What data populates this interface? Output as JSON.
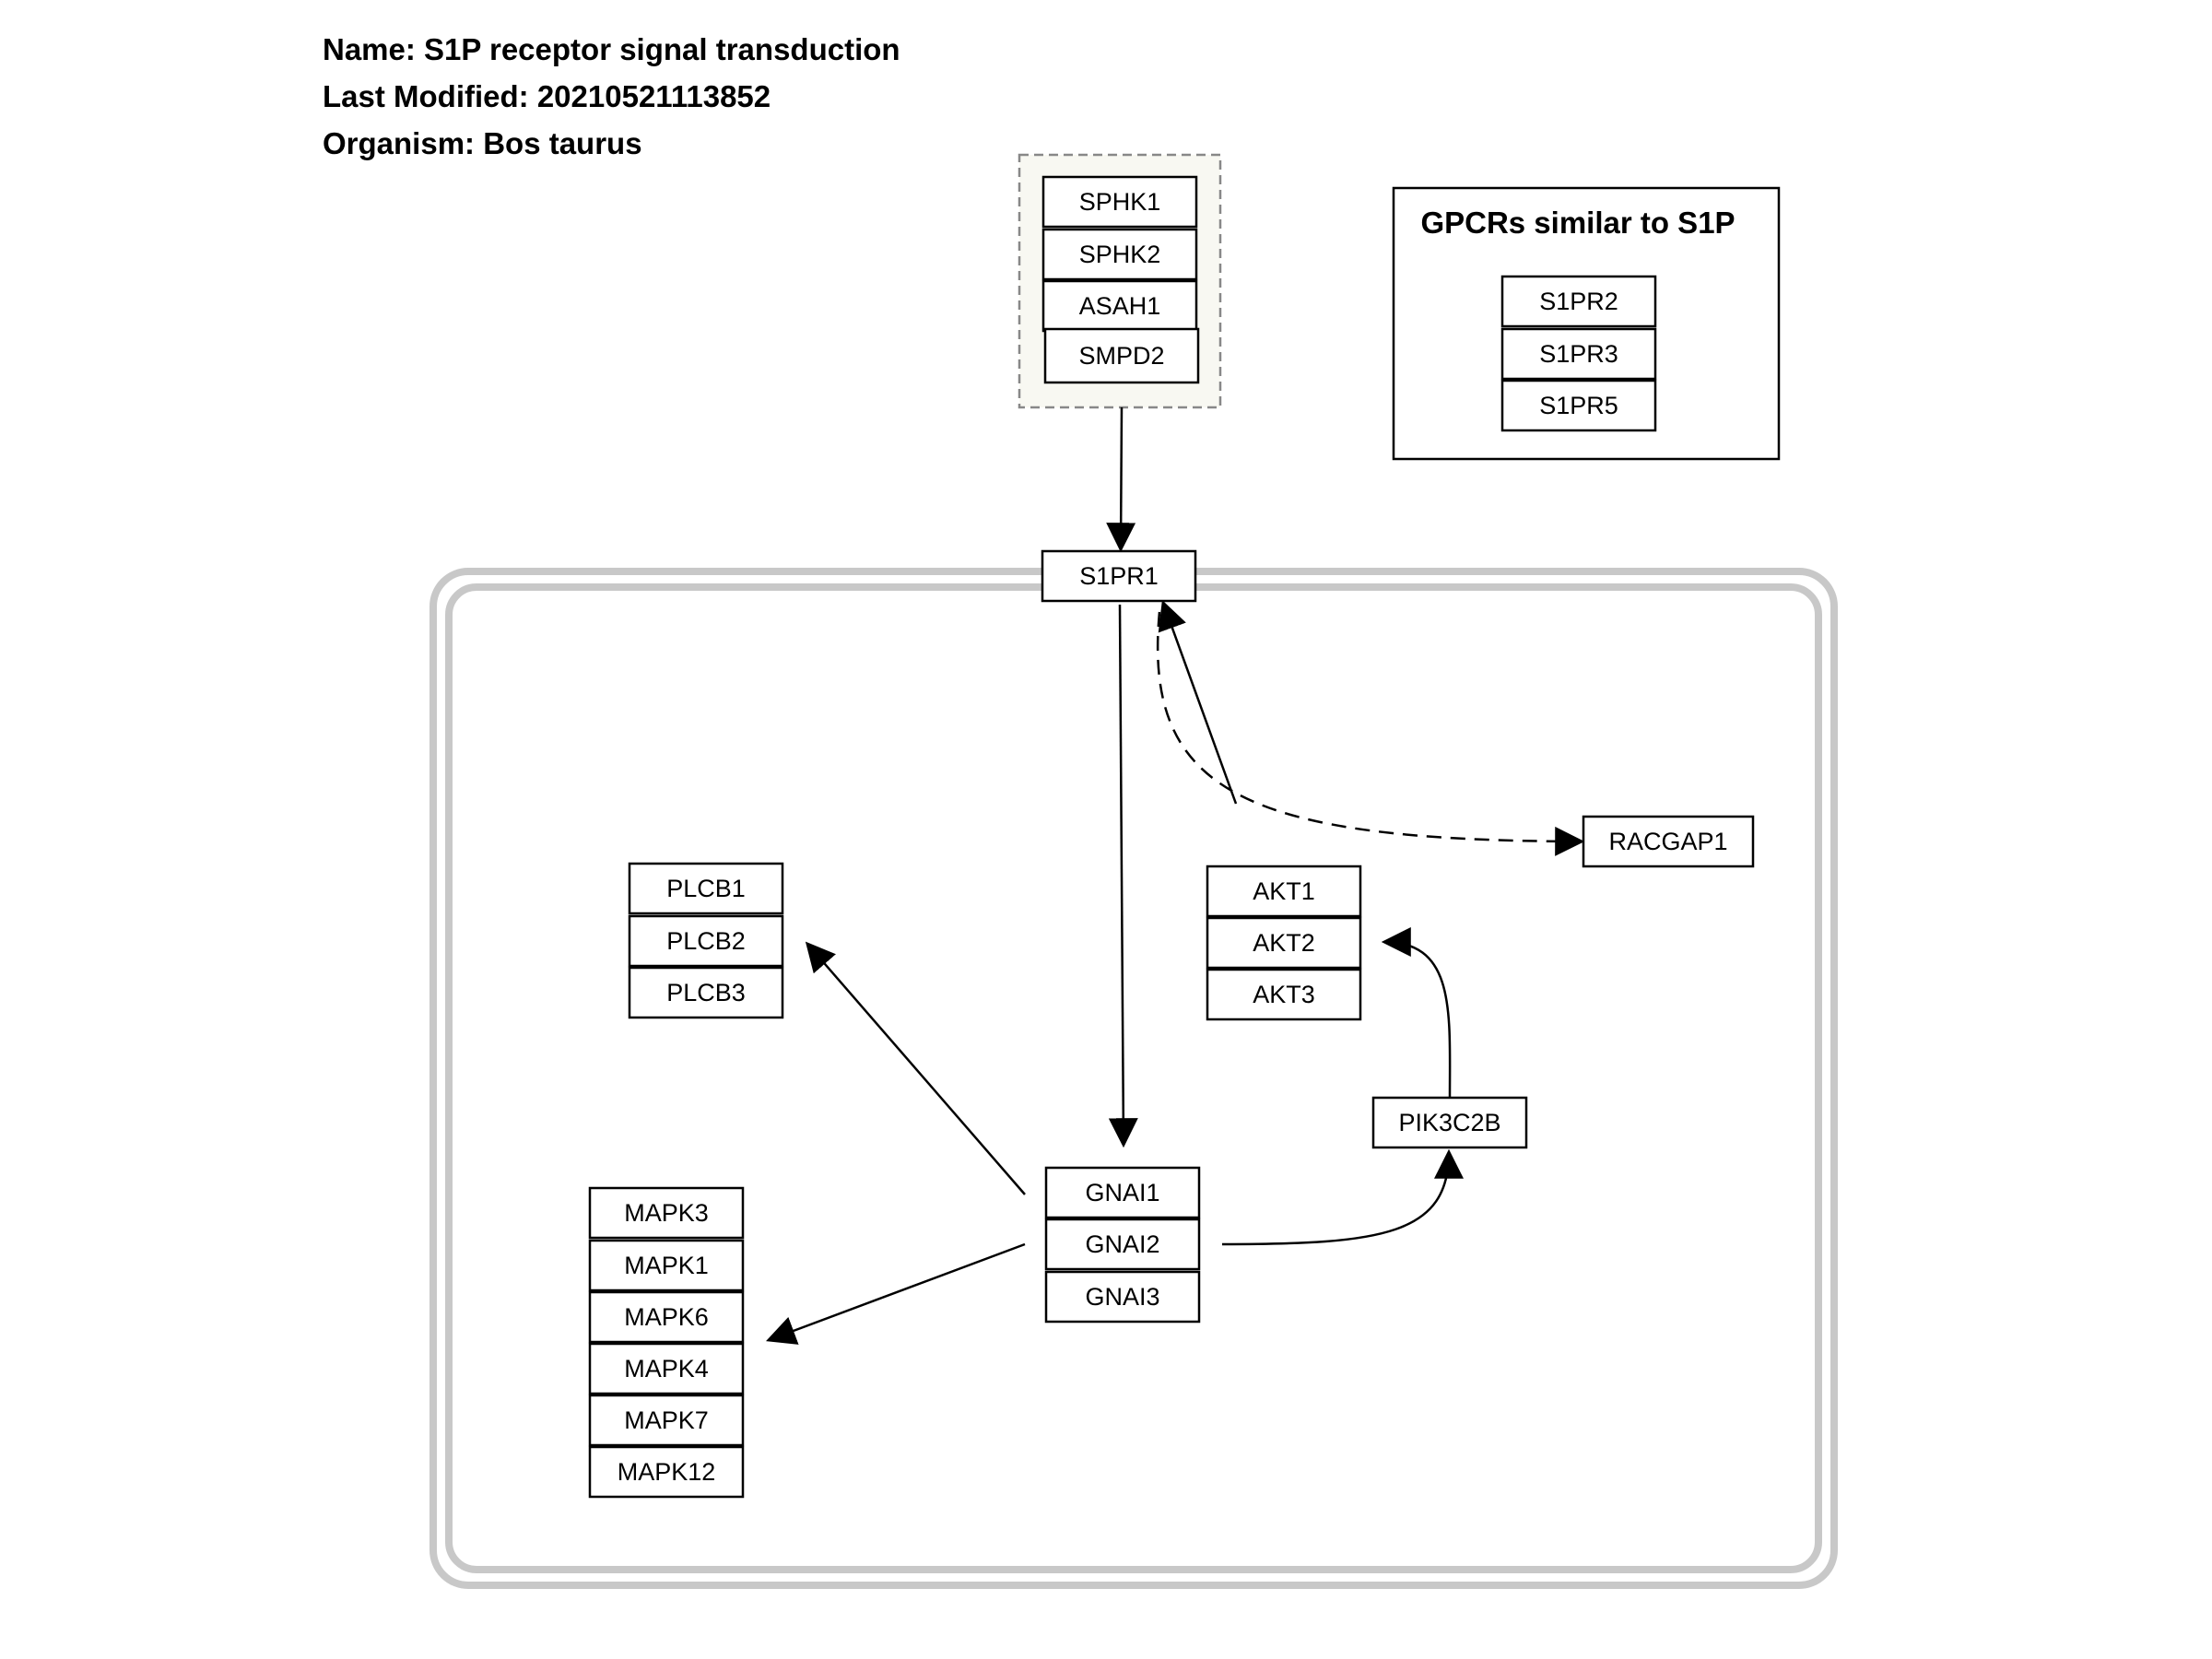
{
  "header": {
    "name": "Name: S1P receptor signal transduction",
    "modified": "Last Modified: 20210521113852",
    "organism": "Organism: Bos taurus"
  },
  "legend": {
    "title": "GPCRs similar to S1P",
    "genes": [
      "S1PR2",
      "S1PR3",
      "S1PR5"
    ]
  },
  "groups": {
    "sphingosine_kinases": [
      "SPHK1",
      "SPHK2",
      "ASAH1",
      "SMPD2"
    ],
    "receptor": "S1PR1",
    "racgap": "RACGAP1",
    "plcb": [
      "PLCB1",
      "PLCB2",
      "PLCB3"
    ],
    "akt": [
      "AKT1",
      "AKT2",
      "AKT3"
    ],
    "pik3": "PIK3C2B",
    "gnai": [
      "GNAI1",
      "GNAI2",
      "GNAI3"
    ],
    "mapk": [
      "MAPK3",
      "MAPK1",
      "MAPK6",
      "MAPK4",
      "MAPK7",
      "MAPK12"
    ]
  },
  "colors": {
    "line": "#000000",
    "cell_border": "#c8c8c8",
    "group_fill": "#f8f8f2",
    "group_border": "#888888"
  }
}
